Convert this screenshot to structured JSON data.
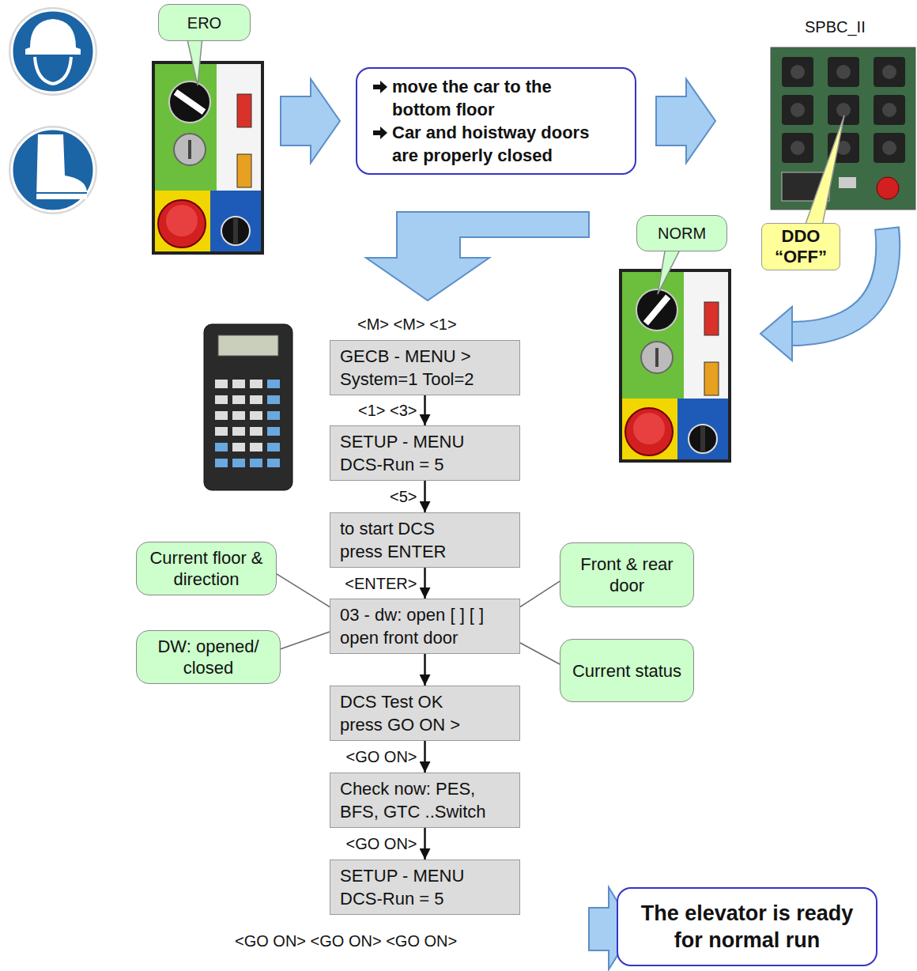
{
  "diagram": {
    "nodes": [
      {
        "text": [
          "ERO"
        ]
      },
      {
        "text": [
          "move the car to the bottom floor",
          "Car and hoistway doors are properly closed"
        ]
      },
      {
        "text": [
          "DDO “OFF”"
        ]
      },
      {
        "text": [
          "NORM"
        ]
      },
      {
        "text": [
          "GECB - MENU >",
          "System=1 Tool=2"
        ]
      },
      {
        "text": [
          "SETUP - MENU",
          "DCS-Run = 5"
        ]
      },
      {
        "text": [
          "to start DCS",
          "press ENTER"
        ]
      },
      {
        "text": [
          "03 - dw: open [ ] [ ]",
          "open front door"
        ]
      },
      {
        "text": [
          "DCS Test OK",
          "press GO ON >"
        ]
      },
      {
        "text": [
          "Check now: PES,",
          "BFS, GTC ..Switch"
        ]
      },
      {
        "text": [
          "SETUP - MENU",
          "DCS-Run = 5"
        ]
      },
      {
        "text": [
          "Current floor & direction"
        ]
      },
      {
        "text": [
          "Front & rear door"
        ]
      },
      {
        "text": [
          "DW: opened/ closed"
        ]
      },
      {
        "text": [
          "Current status"
        ]
      },
      {
        "text": [
          "The elevator is ready for normal run"
        ]
      }
    ],
    "edges": [
      {
        "from": 4,
        "to": 5,
        "label": "<1> <3>",
        "arrow": "to"
      },
      {
        "from": 5,
        "to": 6,
        "label": "<5>",
        "arrow": "to"
      },
      {
        "from": 6,
        "to": 7,
        "label": "<ENTER>",
        "arrow": "to"
      },
      {
        "from": 7,
        "to": 8,
        "arrow": "to"
      },
      {
        "from": 8,
        "to": 9,
        "label": "<GO ON>",
        "arrow": "to"
      },
      {
        "from": 9,
        "to": 10,
        "label": "<GO ON>",
        "arrow": "to"
      },
      {
        "from": 11,
        "to": 7,
        "arrow": "none"
      },
      {
        "from": 12,
        "to": 7,
        "arrow": "none"
      },
      {
        "from": 13,
        "to": 7,
        "arrow": "none"
      },
      {
        "from": 14,
        "to": 7,
        "arrow": "none"
      }
    ],
    "labels": [
      "SPBC_II",
      "<M> <M> <1>",
      "<GO ON> <GO ON> <GO ON>"
    ]
  }
}
